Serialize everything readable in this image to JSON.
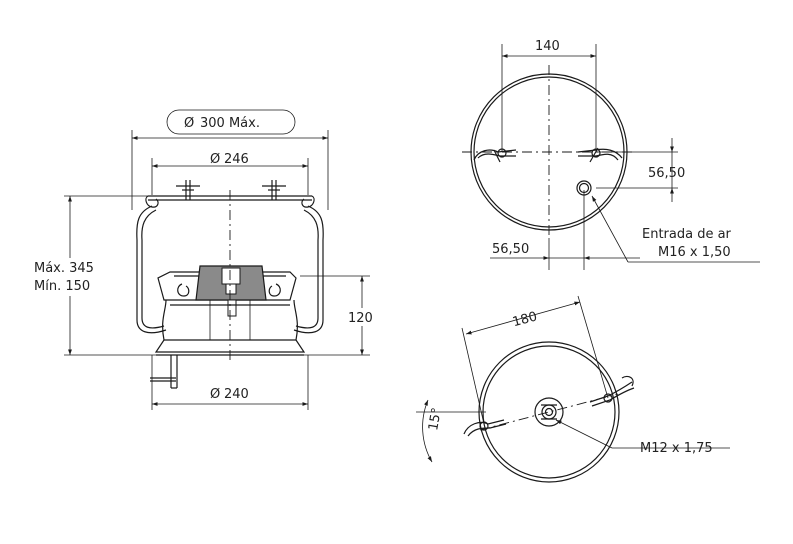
{
  "side_view": {
    "dia_max": "300 Máx.",
    "dia_top": "246",
    "dia_bottom": "240",
    "height_max": "Máx. 345",
    "height_min": "Mín. 150",
    "height_piston": "120"
  },
  "top_view": {
    "stud_spacing": "140",
    "offset_right": "56,50",
    "offset_bottom": "56,50",
    "air_inlet_label": "Entrada de ar",
    "air_inlet_thread": "M16 x 1,50"
  },
  "bottom_view": {
    "stud_spacing": "180",
    "angle": "15°",
    "bolt_thread": "M12 x 1,75"
  },
  "symbols": {
    "diameter": "Ø"
  }
}
